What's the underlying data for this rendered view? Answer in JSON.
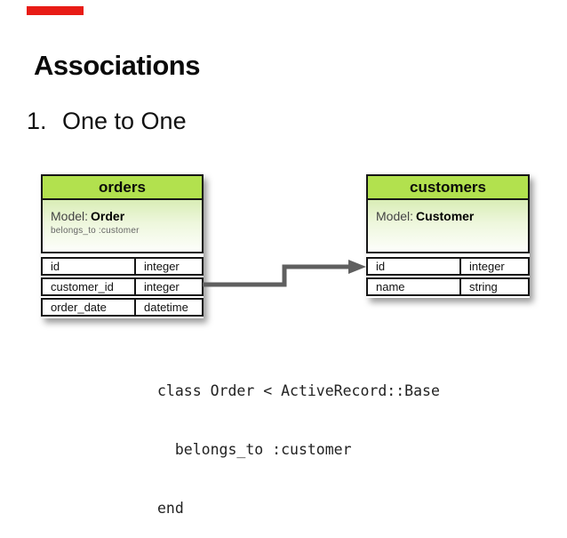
{
  "slide": {
    "accent_bar_color": "#e81c16",
    "title": "Associations",
    "list_item": {
      "number": "1.",
      "label": "One to One"
    }
  },
  "diagram": {
    "header_color": "#b2e14e",
    "border_color": "#161616",
    "arrow_color": "#5f5f5f",
    "tables": [
      {
        "name": "orders",
        "model_label": "Model:",
        "model_name": "Order",
        "model_note": "belongs_to :customer",
        "columns": [
          {
            "name": "id",
            "type": "integer"
          },
          {
            "name": "customer_id",
            "type": "integer"
          },
          {
            "name": "order_date",
            "type": "datetime"
          }
        ]
      },
      {
        "name": "customers",
        "model_label": "Model:",
        "model_name": "Customer",
        "columns": [
          {
            "name": "id",
            "type": "integer"
          },
          {
            "name": "name",
            "type": "string"
          }
        ]
      }
    ]
  },
  "code": {
    "lines": [
      "class Order < ActiveRecord::Base",
      "  belongs_to :customer",
      "end"
    ]
  }
}
